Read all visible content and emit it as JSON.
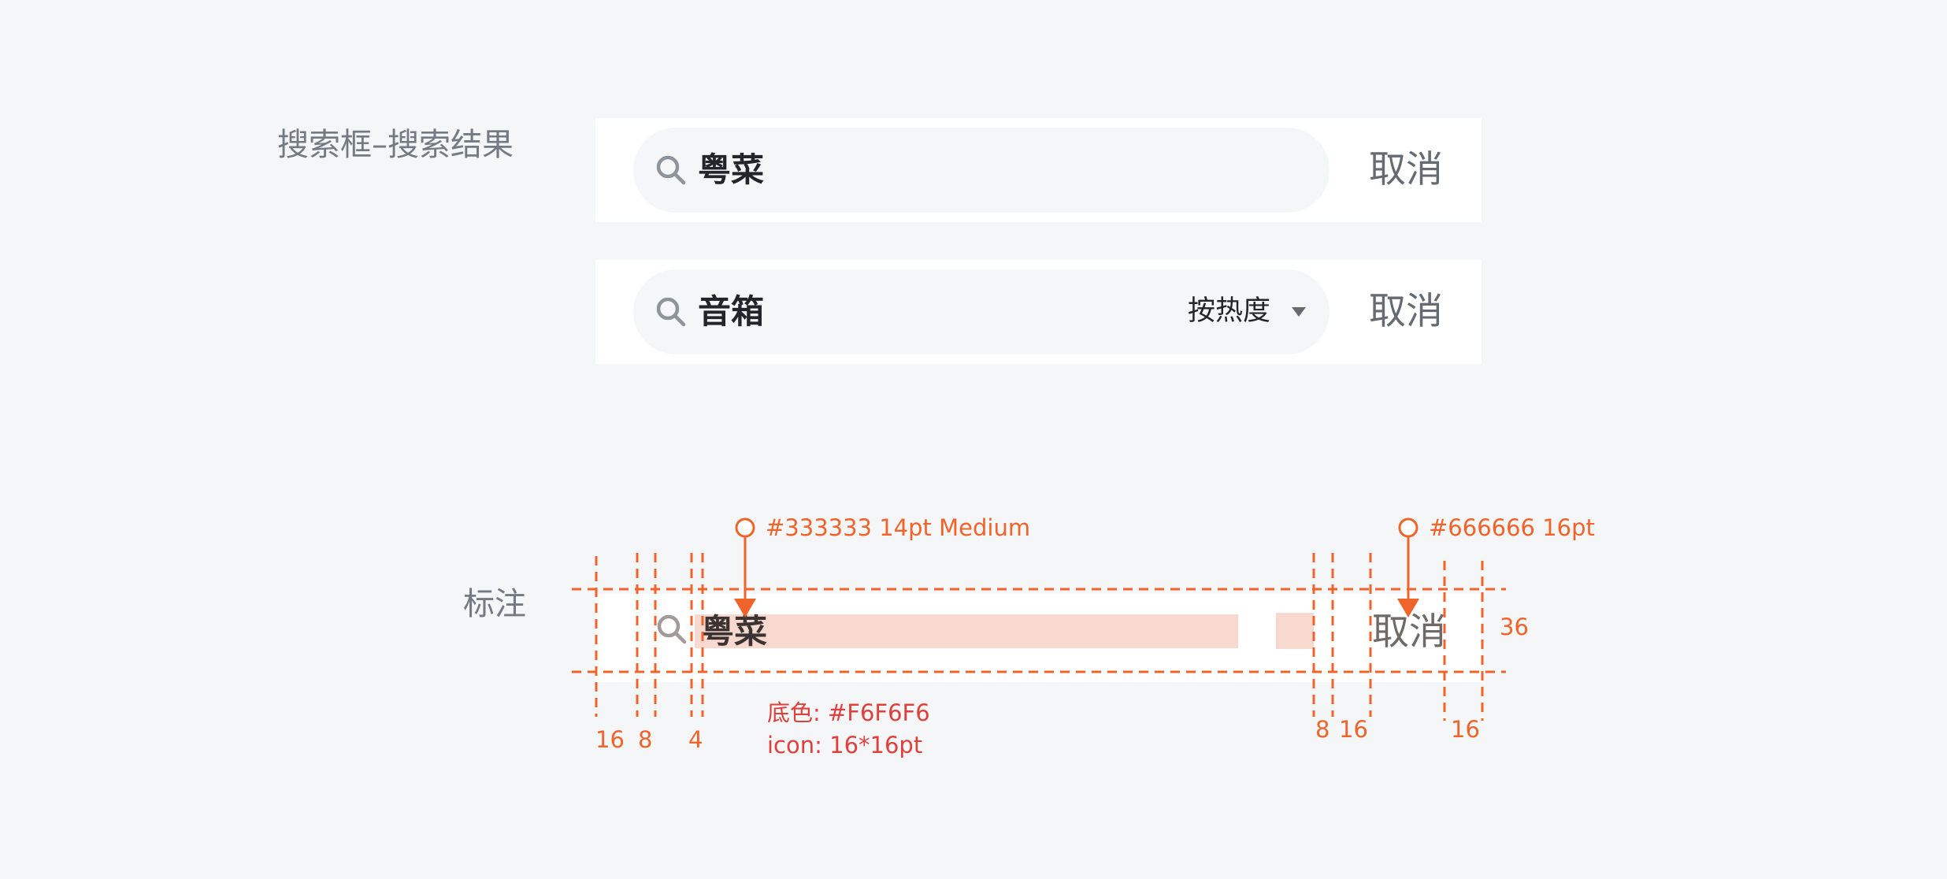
{
  "labels": {
    "search_result": "搜索框–搜索结果",
    "annotation": "标注"
  },
  "bar1": {
    "keyword": "粤菜",
    "cancel": "取消",
    "icon": "search-icon"
  },
  "bar2": {
    "keyword": "音箱",
    "sort": "按热度",
    "cancel": "取消",
    "icon": "search-icon",
    "sort_icon": "caret-down-icon"
  },
  "annotated": {
    "keyword": "粤菜",
    "cancel": "取消",
    "icon": "search-icon"
  },
  "notes": {
    "keyword_style": "#333333  14pt Medium",
    "cancel_style": "#666666  16pt",
    "bg_color": "底色: #F6F6F6",
    "icon_size": "icon: 16*16pt",
    "height": "36"
  },
  "dims": {
    "d16a": "16",
    "d8a": "8",
    "d4": "4",
    "d8b": "8",
    "d16b": "16",
    "d16c": "16"
  },
  "colors": {
    "annotation": "#f0632a",
    "annotation_red": "#e0403c",
    "background": "#F6F6F6",
    "keyword": "#333333",
    "cancel": "#666666"
  }
}
